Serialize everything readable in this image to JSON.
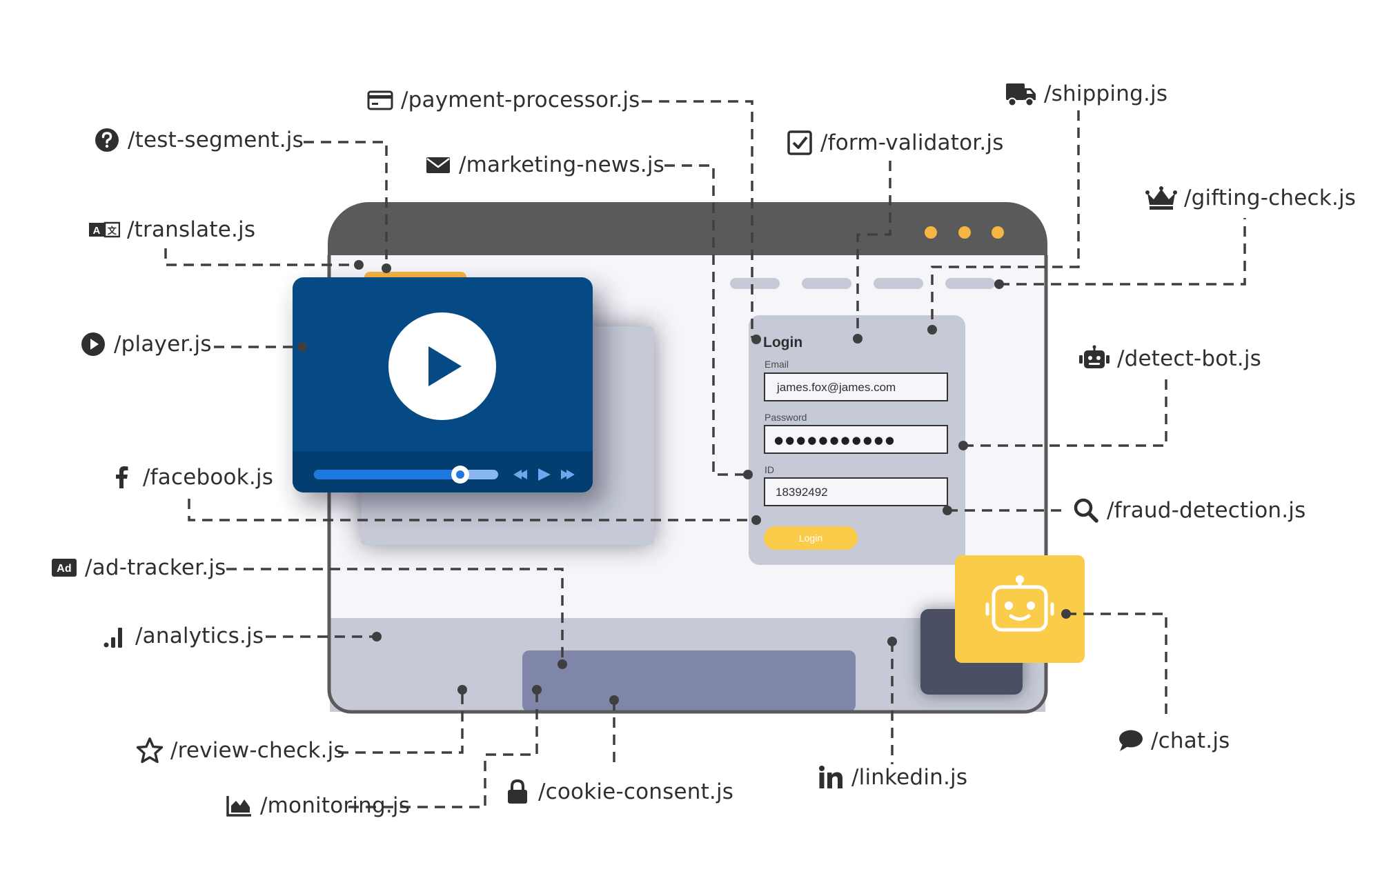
{
  "modules": {
    "payment": "/payment-processor.js",
    "test_segment": "/test-segment.js",
    "marketing": "/marketing-news.js",
    "translate": "/translate.js",
    "player": "/player.js",
    "facebook": "/facebook.js",
    "ad_tracker": "/ad-tracker.js",
    "analytics": "/analytics.js",
    "review": "/review-check.js",
    "monitoring": "/monitoring.js",
    "cookie": "/cookie-consent.js",
    "linkedin": "/linkedin.js",
    "chat": "/chat.js",
    "fraud": "/fraud-detection.js",
    "detect_bot": "/detect-bot.js",
    "gifting": "/gifting-check.js",
    "form_validator": "/form-validator.js",
    "shipping": "/shipping.js"
  },
  "login_form": {
    "title": "Login",
    "email_label": "Email",
    "email_value": "james.fox@james.com",
    "password_label": "Password",
    "password_value": "●●●●●●●●●●●",
    "id_label": "ID",
    "id_value": "18392492",
    "button_label": "Login"
  },
  "icons": {
    "payment": "credit-card-icon",
    "test_segment": "question-circle-icon",
    "marketing": "envelope-icon",
    "translate": "translate-icon",
    "player": "play-circle-icon",
    "facebook": "facebook-icon",
    "ad_tracker": "ad-badge-icon",
    "analytics": "signal-bars-icon",
    "review": "star-outline-icon",
    "monitoring": "area-chart-icon",
    "cookie": "lock-icon",
    "linkedin": "linkedin-icon",
    "chat": "speech-bubble-icon",
    "fraud": "magnifier-icon",
    "detect_bot": "robot-icon",
    "gifting": "crown-icon",
    "form_validator": "checkbox-icon",
    "shipping": "truck-icon"
  },
  "colors": {
    "window_frame": "#5a5a5a",
    "window_dots": "#f7b542",
    "video_panel": "#064a85",
    "progress_bar": "#1f7ae0",
    "login_card": "#c5cad6",
    "login_button": "#fbcb4a",
    "robot_tile": "#fbcb4a",
    "footer_block": "#8086aa",
    "connector": "#3f3f3f"
  }
}
